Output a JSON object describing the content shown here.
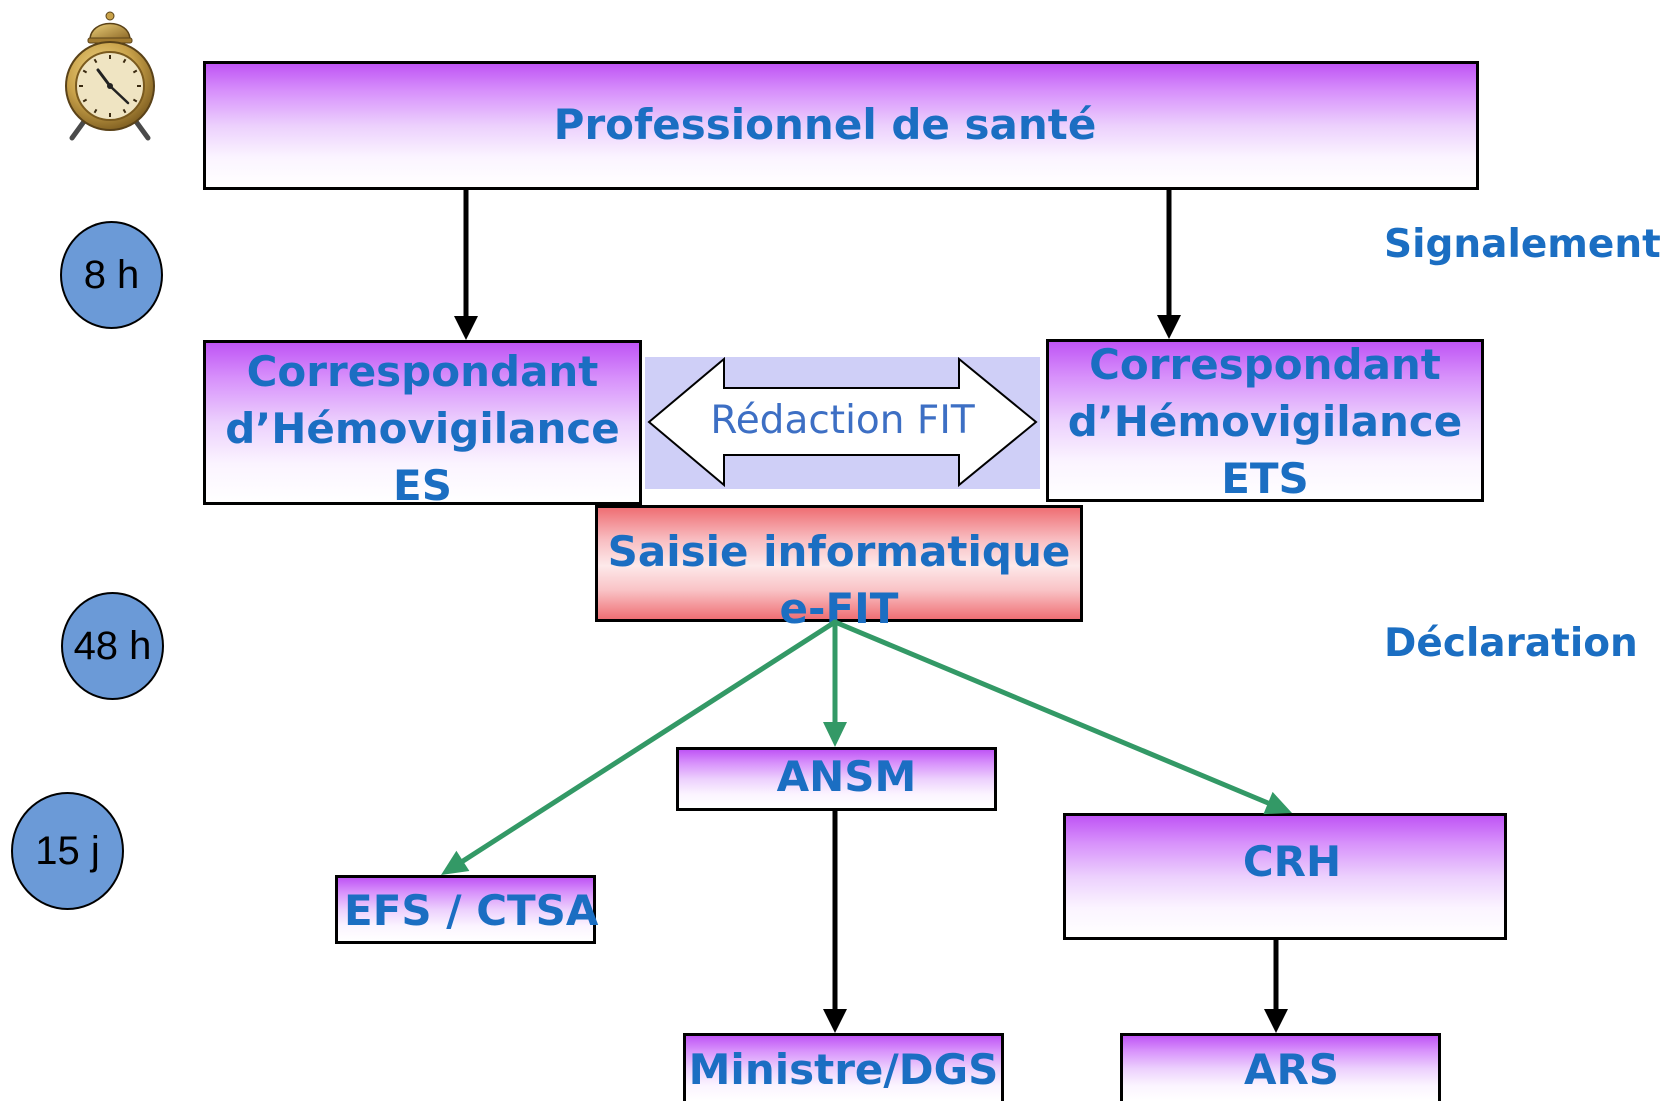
{
  "diagram": {
    "nodes": {
      "professionnel": {
        "label": "Professionnel de santé"
      },
      "correspondant_es": {
        "lines": [
          "Correspondant",
          "d’Hémovigilance",
          "ES"
        ]
      },
      "correspondant_ets": {
        "lines": [
          "Correspondant",
          "d’Hémovigilance",
          "ETS"
        ]
      },
      "redaction": {
        "label": "Rédaction FIT"
      },
      "saisie": {
        "lines": [
          "Saisie informatique",
          "e-FIT"
        ]
      },
      "ansm": {
        "label": "ANSM"
      },
      "crh": {
        "label": "CRH"
      },
      "efs_ctsa": {
        "label": "EFS / CTSA"
      },
      "ministre": {
        "label": "Ministre/DGS"
      },
      "ars": {
        "label": "ARS"
      }
    }
  },
  "timeline": {
    "icon": "alarm-clock-icon",
    "delays": [
      "8 h",
      "48 h",
      "15 j"
    ]
  },
  "phases": [
    "Signalement",
    "Déclaration"
  ],
  "colors": {
    "label_text": "#1b6ec2",
    "box_purple": "#bf55f5",
    "box_pink": "#ef6f74",
    "delay_circle": "#6b9ad7",
    "declaration_arrows": "#339966",
    "redaction_panel": "#cfcff7",
    "redaction_text": "#3d6fc4"
  }
}
